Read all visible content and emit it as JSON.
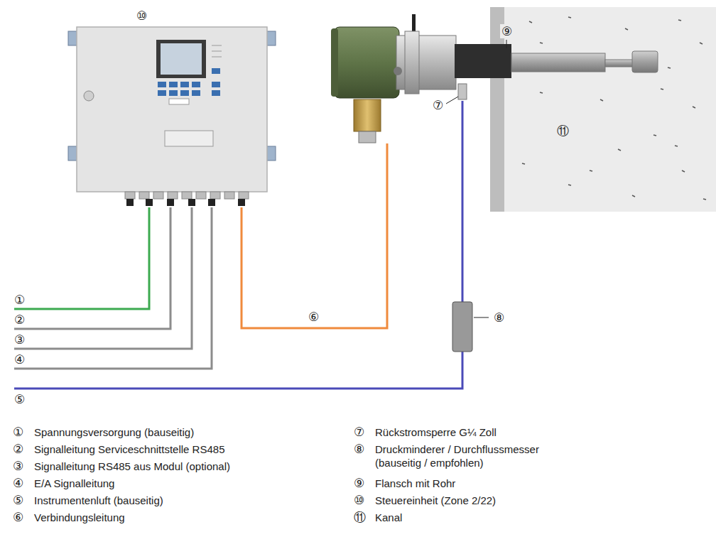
{
  "diagram": {
    "labels": [
      "⑩",
      "⑨",
      "⑦",
      "⑪",
      "⑥",
      "⑧",
      "①",
      "②",
      "③",
      "④",
      "⑤",
      "①",
      "Spannungsversorgung (bauseitig)",
      "②",
      "Signalleitung Serviceschnittstelle RS485",
      "③",
      "Signalleitung RS485 aus Modul (optional)",
      "④",
      "E/A Signalleitung",
      "⑤",
      "Instrumentenluft (bauseitig)",
      "⑥",
      "Verbindungsleitung",
      "⑦",
      "Rückstromsperre G¼ Zoll",
      "⑧",
      "Druckminderer / Durchflussmesser (bauseitig / empfohlen)",
      "⑨",
      "Flansch mit Rohr",
      "⑩",
      "Steuereinheit (Zone 2/22)",
      "⑪",
      "Kanal"
    ]
  }
}
